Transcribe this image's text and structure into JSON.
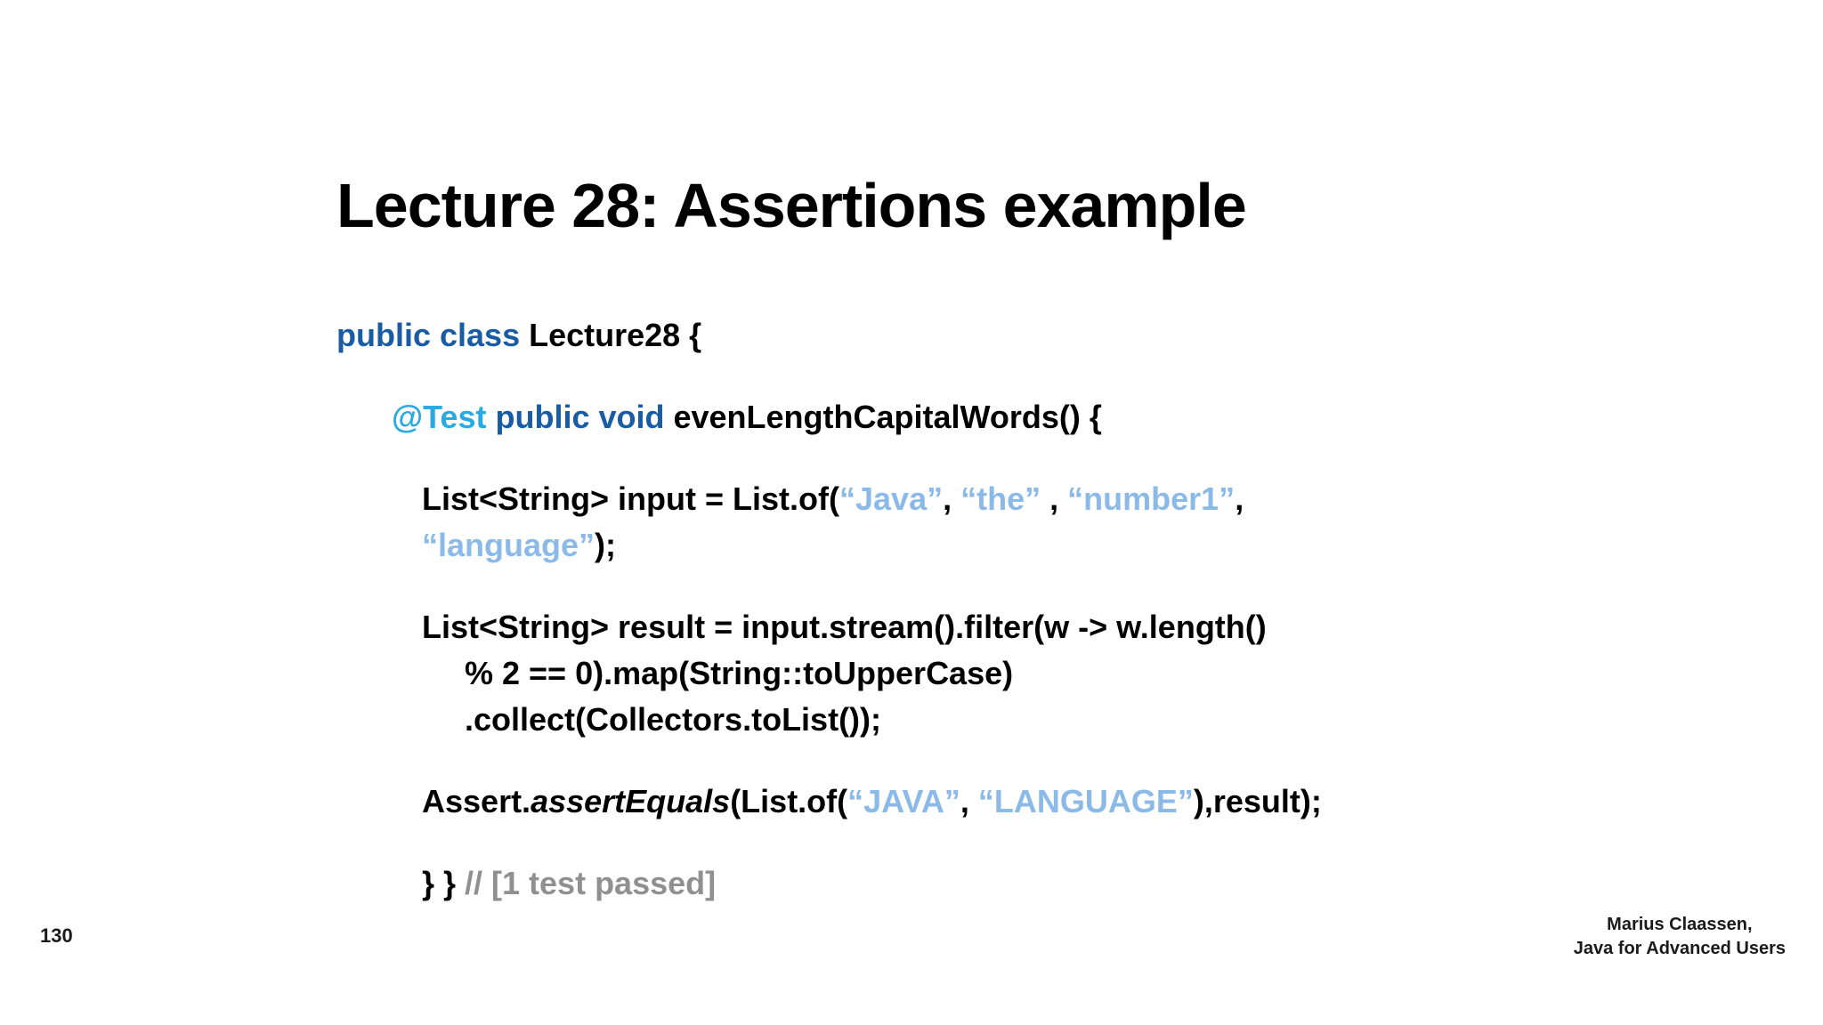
{
  "slide": {
    "title": "Lecture 28: Assertions example",
    "page_number": "130",
    "credit": {
      "line1": "Marius Claassen,",
      "line2": "Java for Advanced Users"
    },
    "colors": {
      "background": "#ffffff",
      "text": "#000000",
      "keyword_blue": "#1a5ca4",
      "annotation_cyan": "#29abe2",
      "string_light_blue": "#8cbae8",
      "comment_gray": "#909090"
    },
    "code": {
      "lines": [
        {
          "indent": 0,
          "gap": false,
          "tokens": [
            {
              "role": "keyword",
              "text": "public class"
            },
            {
              "role": "plain",
              "text": " Lecture28 {"
            }
          ]
        },
        {
          "indent": 1,
          "gap": true,
          "tokens": [
            {
              "role": "annotation",
              "text": "@Test"
            },
            {
              "role": "plain",
              "text": " "
            },
            {
              "role": "keyword",
              "text": "public void"
            },
            {
              "role": "plain",
              "text": " evenLengthCapitalWords() {"
            }
          ]
        },
        {
          "indent": 2,
          "gap": true,
          "tokens": [
            {
              "role": "plain",
              "text": "List<String> input = List.of("
            },
            {
              "role": "string",
              "text": "“Java”"
            },
            {
              "role": "plain",
              "text": ", "
            },
            {
              "role": "string",
              "text": "“the”"
            },
            {
              "role": "plain",
              "text": " , "
            },
            {
              "role": "string",
              "text": "“number1”"
            },
            {
              "role": "plain",
              "text": ","
            }
          ]
        },
        {
          "indent": 2,
          "gap": false,
          "tokens": [
            {
              "role": "string",
              "text": "“language”"
            },
            {
              "role": "plain",
              "text": ");"
            }
          ]
        },
        {
          "indent": 2,
          "gap": true,
          "tokens": [
            {
              "role": "plain",
              "text": "List<String> result = input.stream().filter(w -> w.length()"
            }
          ]
        },
        {
          "indent": 3,
          "gap": false,
          "tokens": [
            {
              "role": "plain",
              "text": "% 2 == 0).map(String::toUpperCase)"
            }
          ]
        },
        {
          "indent": 3,
          "gap": false,
          "tokens": [
            {
              "role": "plain",
              "text": ".collect(Collectors.toList());"
            }
          ]
        },
        {
          "indent": 2,
          "gap": true,
          "tokens": [
            {
              "role": "plain",
              "text": "Assert."
            },
            {
              "role": "italic",
              "text": "assertEquals"
            },
            {
              "role": "plain",
              "text": "(List.of("
            },
            {
              "role": "string",
              "text": "“JAVA”"
            },
            {
              "role": "plain",
              "text": ", "
            },
            {
              "role": "string",
              "text": "“LANGUAGE”"
            },
            {
              "role": "plain",
              "text": "),result);"
            }
          ]
        },
        {
          "indent": 2,
          "gap": true,
          "tokens": [
            {
              "role": "plain",
              "text": "} } "
            },
            {
              "role": "comment",
              "text": "// [1 test passed]"
            }
          ]
        }
      ]
    }
  }
}
